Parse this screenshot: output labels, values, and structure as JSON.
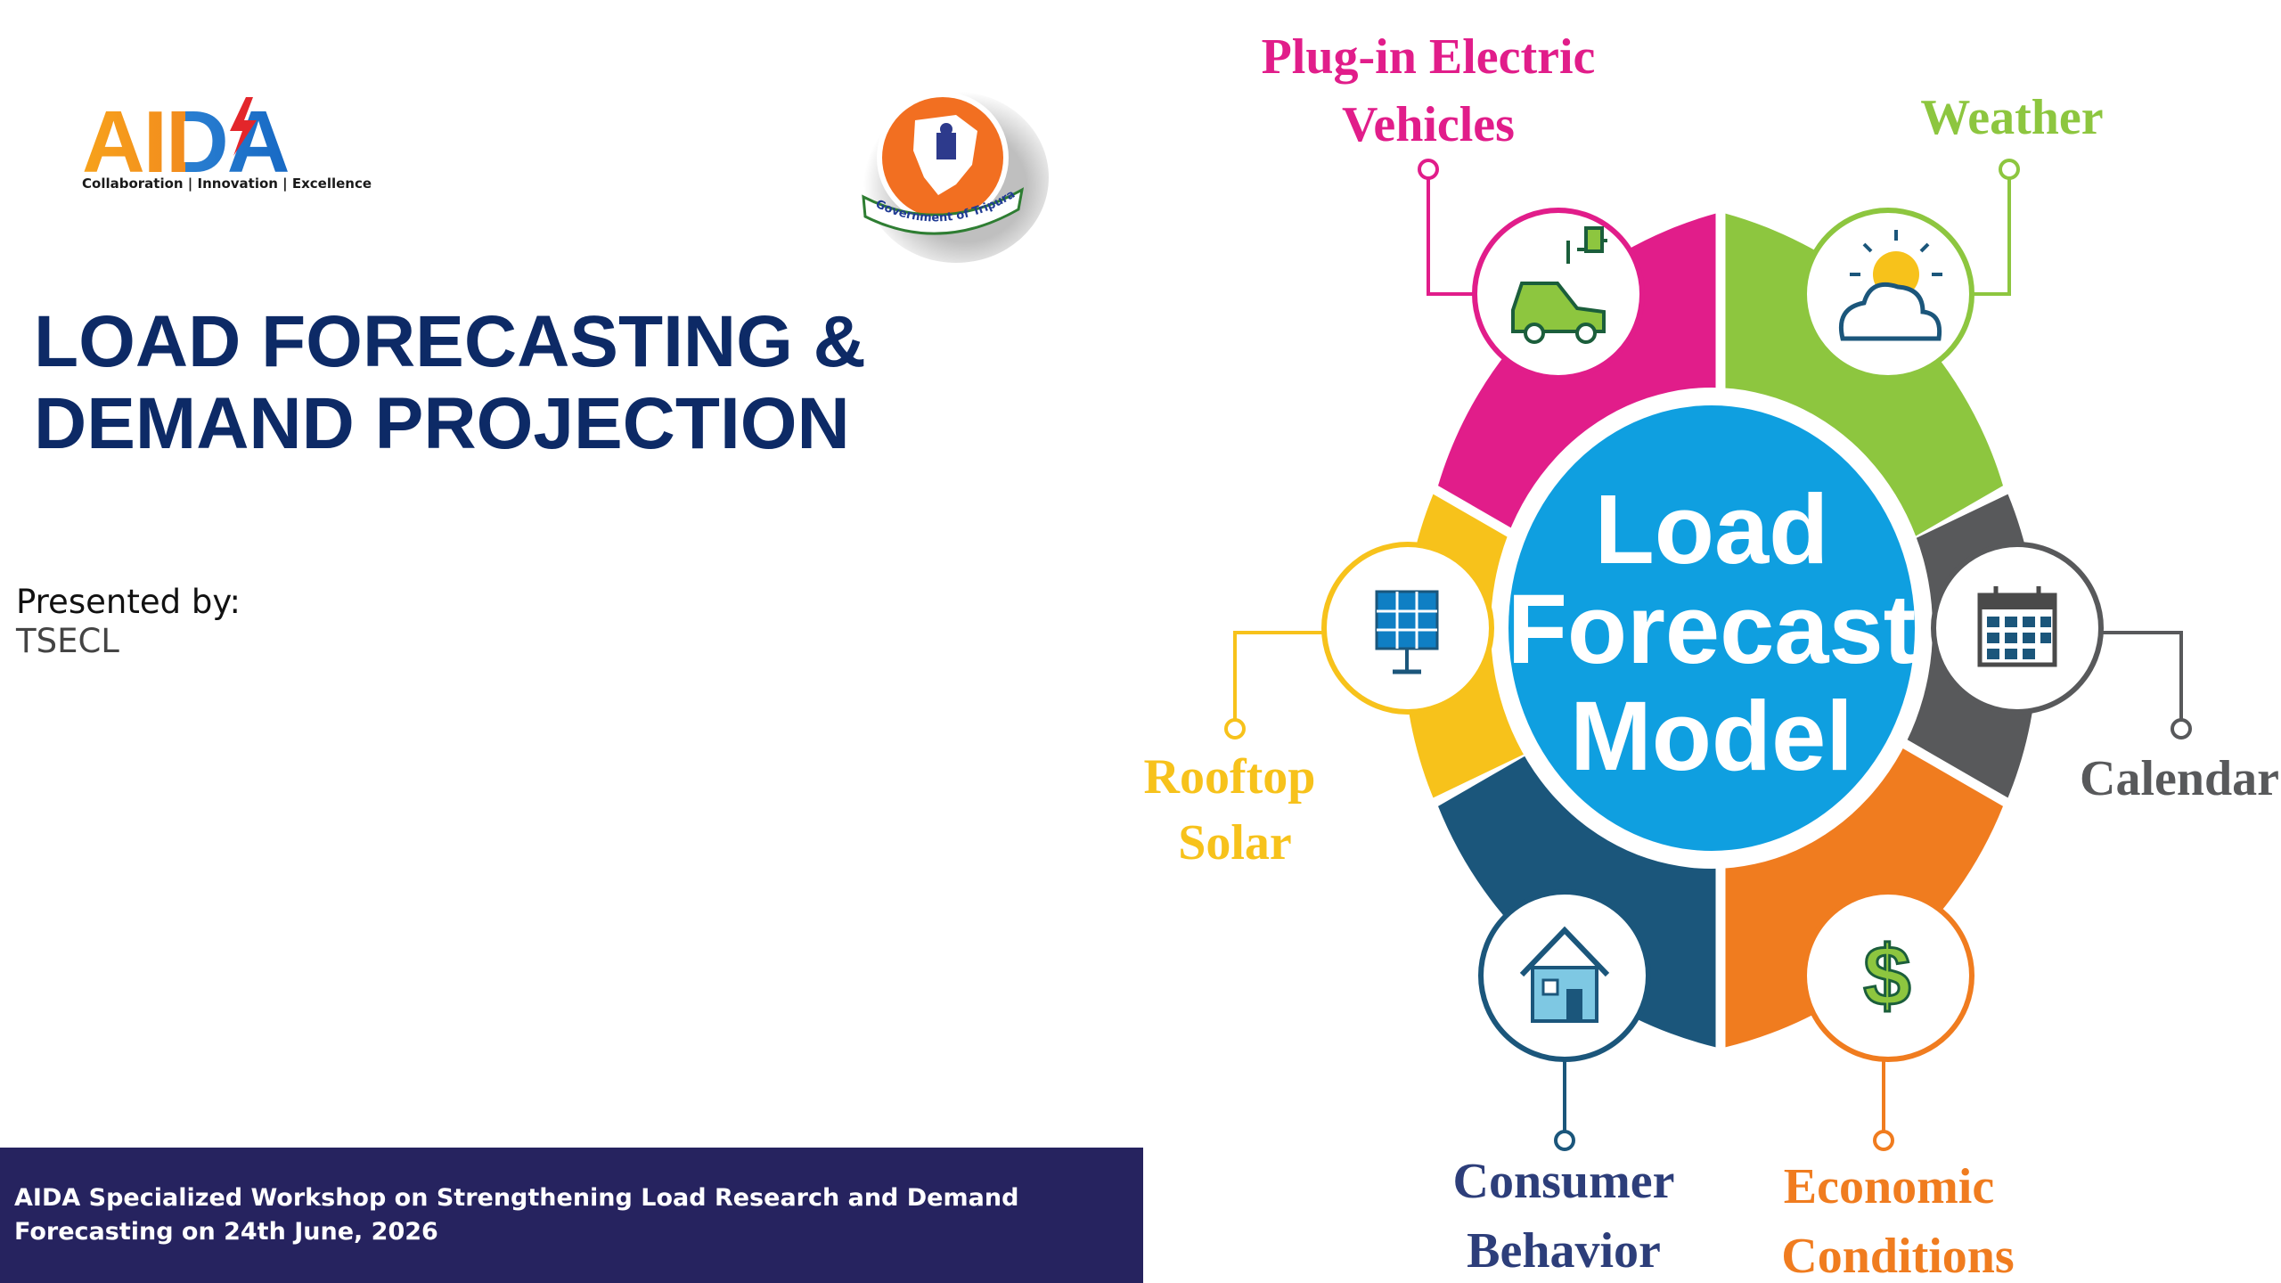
{
  "logos": {
    "aida_name": "AIDA",
    "aida_tagline": "Collaboration | Innovation | Excellence",
    "govt_ribbon": "Government of Tripura"
  },
  "title_lines": [
    "LOAD FORECASTING &",
    "DEMAND PROJECTION"
  ],
  "presented_by_label": "Presented by:",
  "presenter": "TSECL",
  "footer": "AIDA Specialized Workshop on Strengthening Load Research and Demand Forecasting on 24th June, 2026",
  "diagram": {
    "center_lines": [
      "Load",
      "Forecast",
      "Model"
    ],
    "factors": {
      "ev": {
        "lines": [
          "Plug-in Electric",
          "Vehicles"
        ],
        "icon": "electric-car-icon",
        "color": "#e11d8a"
      },
      "weather": {
        "lines": [
          "Weather"
        ],
        "icon": "sun-cloud-icon",
        "color": "#8dc63f"
      },
      "calendar": {
        "lines": [
          "Calendar"
        ],
        "icon": "calendar-icon",
        "color": "#58595b"
      },
      "economic": {
        "lines": [
          "Economic",
          "Conditions"
        ],
        "icon": "dollar-icon",
        "color": "#f07c1f"
      },
      "consumer": {
        "lines": [
          "Consumer",
          "Behavior"
        ],
        "icon": "house-icon",
        "color": "#1b567b"
      },
      "solar": {
        "lines": [
          "Rooftop",
          "Solar"
        ],
        "icon": "solar-panel-icon",
        "color": "#f7c21b"
      }
    },
    "center_color": "#0f9fe0"
  }
}
